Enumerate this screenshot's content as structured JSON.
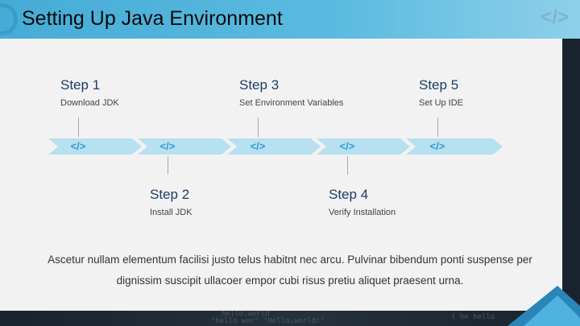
{
  "header": {
    "title": "Setting Up Java Environment",
    "icon": "code-icon"
  },
  "steps": [
    {
      "title": "Step 1",
      "desc": "Download JDK"
    },
    {
      "title": "Step 2",
      "desc": "Install JDK"
    },
    {
      "title": "Step 3",
      "desc": "Set Environment Variables"
    },
    {
      "title": "Step 4",
      "desc": "Verify Installation"
    },
    {
      "title": "Step 5",
      "desc": "Set Up IDE"
    }
  ],
  "code_glyph": "</>",
  "paragraph": "Ascetur nullam elementum facilisi justo telus habitnt nec arcu. Pulvinar bibendum ponti suspense per dignissim suscipit ullacoer empor cubi risus pretiu aliquet praesent urna.",
  "background_code": [
    "hello,world",
    "\"hello wor\" \"Hello,world!\"",
    "( he hello"
  ],
  "colors": {
    "accent": "#45acd7",
    "chevron": "#b7e0f0",
    "step_title": "#1d3e66"
  }
}
